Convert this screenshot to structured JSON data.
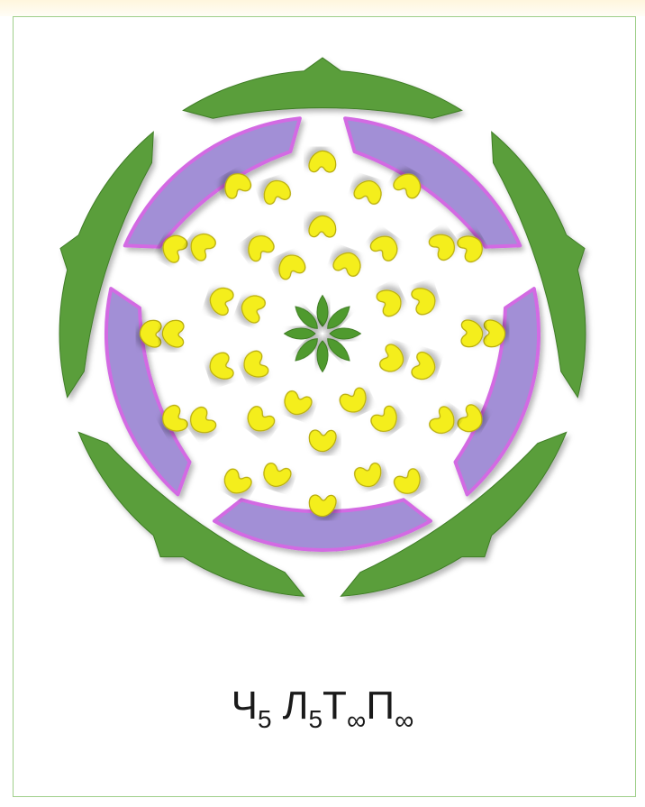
{
  "diagram": {
    "colors": {
      "sepal": "#5a9e3a",
      "petal_fill": "#a28fd6",
      "petal_edge": "#d36be3",
      "stamen_fill": "#f4ee1f",
      "stamen_edge": "#b9ad10",
      "pistil": "#4f9a2e"
    },
    "counts": {
      "sepals": 5,
      "petals": 5
    }
  },
  "formula": {
    "calyx_symbol": "Ч",
    "calyx_count": "5",
    "corolla_symbol": "Л",
    "corolla_count": "5",
    "androecium_symbol": "Т",
    "androecium_count": "∞",
    "gynoecium_symbol": "П",
    "gynoecium_count": "∞"
  }
}
